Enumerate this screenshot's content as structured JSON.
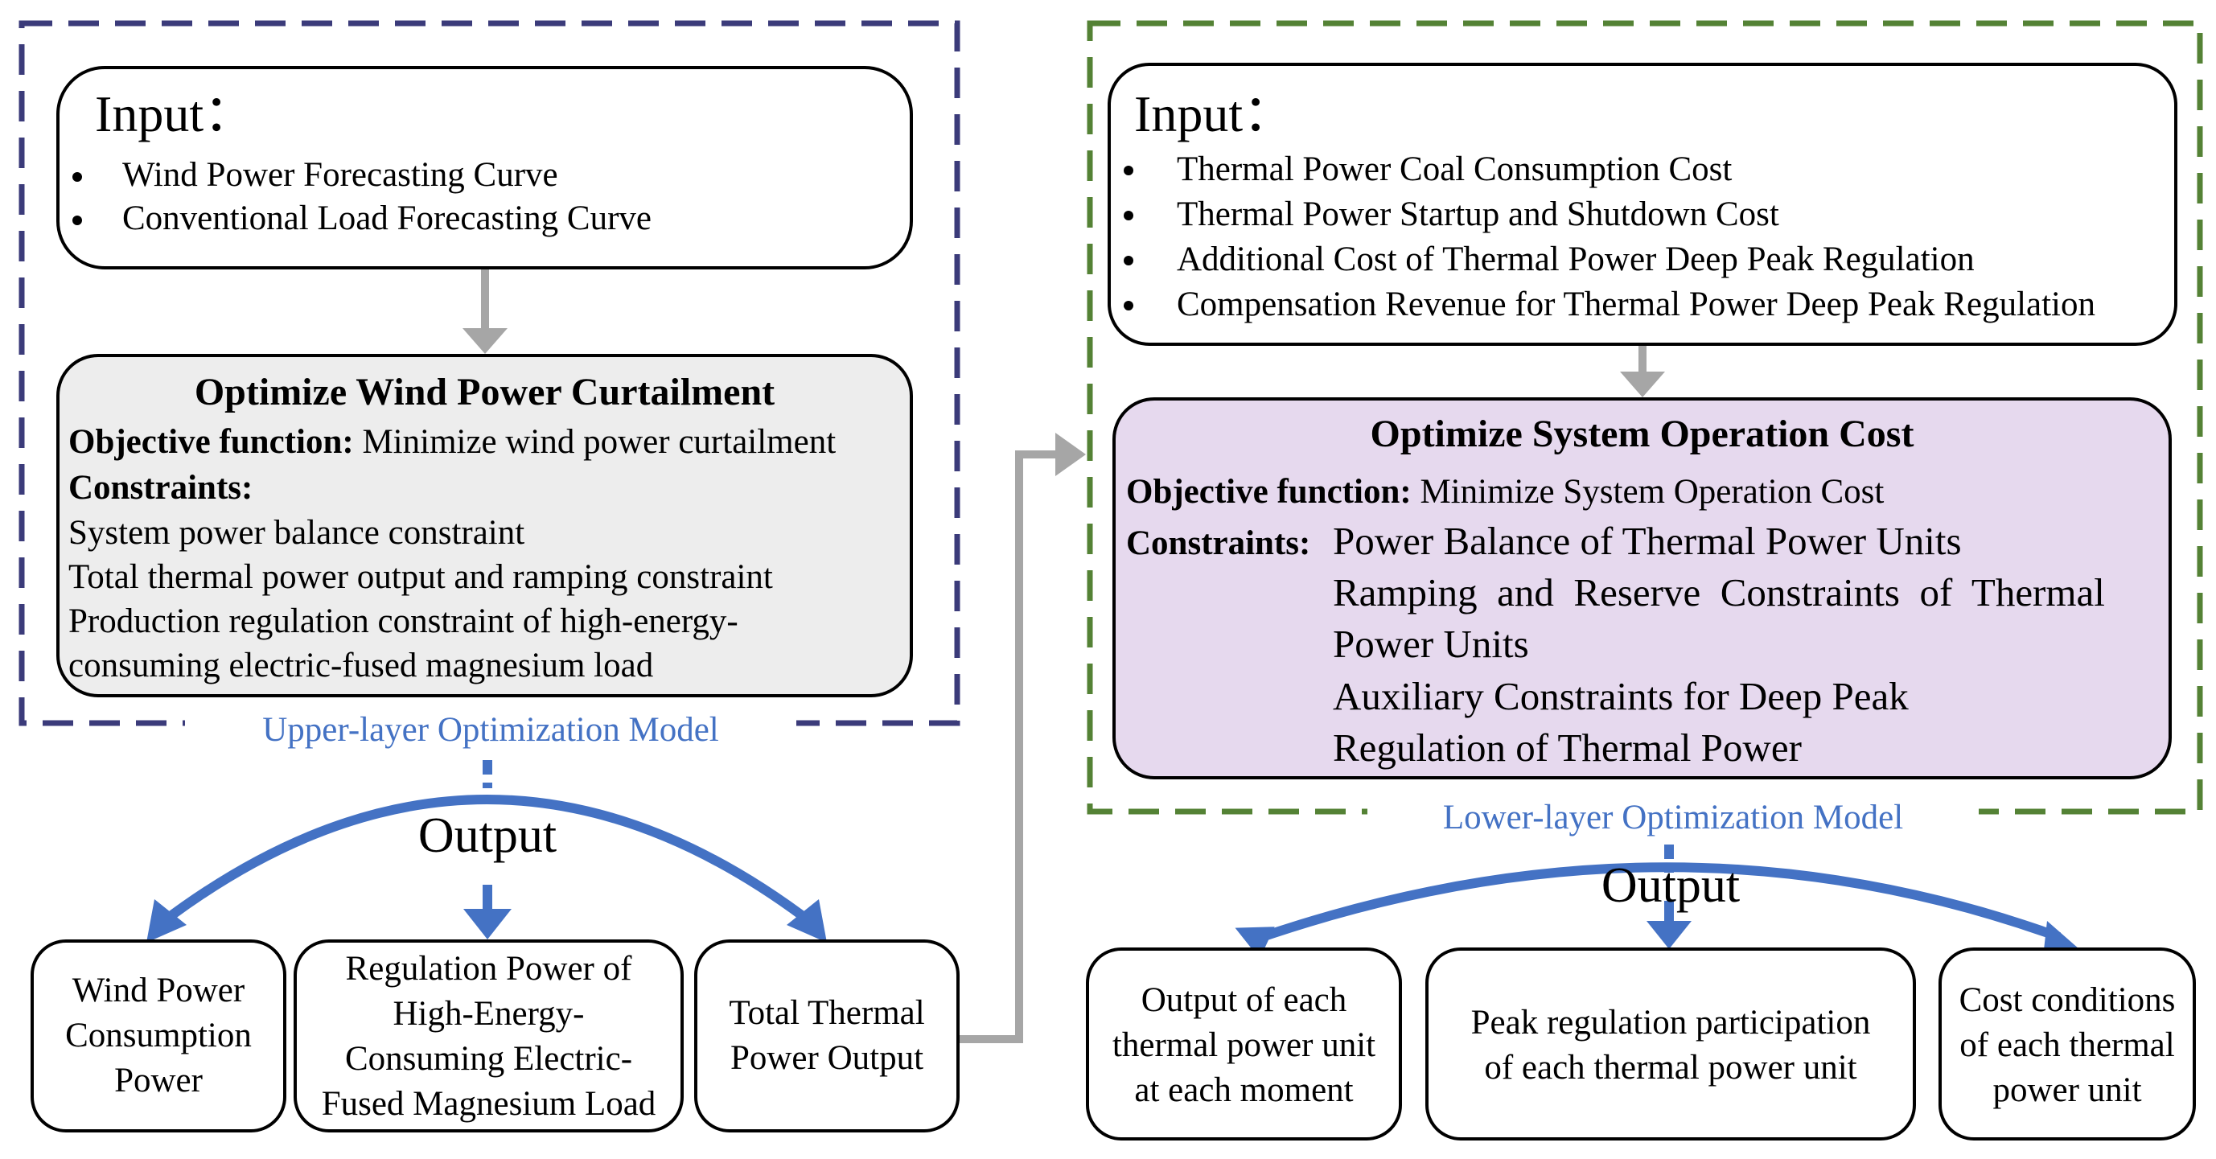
{
  "upper": {
    "input_title": "Input：",
    "inputs": [
      "Wind Power Forecasting Curve",
      "Conventional Load Forecasting Curve"
    ],
    "opt_title": "Optimize Wind Power Curtailment",
    "objective_label": "Objective function:",
    "objective_text": "Minimize wind power curtailment",
    "constraints_label": "Constraints:",
    "constraints": [
      "System power balance constraint",
      "Total thermal power output and ramping constraint",
      "Production regulation constraint of high-energy-",
      "consuming electric-fused magnesium load"
    ],
    "model_label": "Upper-layer Optimization Model",
    "output_label": "Output",
    "outputs": [
      [
        "Wind Power",
        "Consumption",
        "Power"
      ],
      [
        "Regulation Power of",
        "High-Energy-",
        "Consuming Electric-",
        "Fused Magnesium Load"
      ],
      [
        "Total Thermal",
        "Power Output"
      ]
    ]
  },
  "lower": {
    "input_title": "Input：",
    "inputs": [
      "Thermal Power Coal Consumption Cost",
      "Thermal Power Startup and Shutdown Cost",
      "Additional Cost of Thermal Power Deep Peak Regulation",
      "Compensation Revenue for Thermal Power Deep Peak Regulation"
    ],
    "opt_title": "Optimize System Operation Cost",
    "objective_label": "Objective function:",
    "objective_text": "Minimize System Operation Cost",
    "constraints_label": "Constraints:",
    "constraints": [
      "Power Balance of Thermal Power Units",
      "Ramping  and  Reserve  Constraints  of  Thermal",
      "Power Units",
      "Auxiliary Constraints for Deep Peak",
      "Regulation of Thermal Power"
    ],
    "model_label": "Lower-layer Optimization Model",
    "output_label": "Output",
    "outputs": [
      [
        "Output of each",
        "thermal power unit",
        "at each moment"
      ],
      [
        "Peak regulation participation",
        "of each thermal power unit"
      ],
      [
        "Cost conditions",
        "of each thermal",
        "power unit"
      ]
    ]
  },
  "colors": {
    "upper_dash": "#3B3B7A",
    "lower_dash": "#548235",
    "arrow_blue": "#4472C4",
    "arrow_gray": "#A6A6A6",
    "upper_fill": "#EDEDED",
    "lower_fill": "#E6D9EE"
  }
}
